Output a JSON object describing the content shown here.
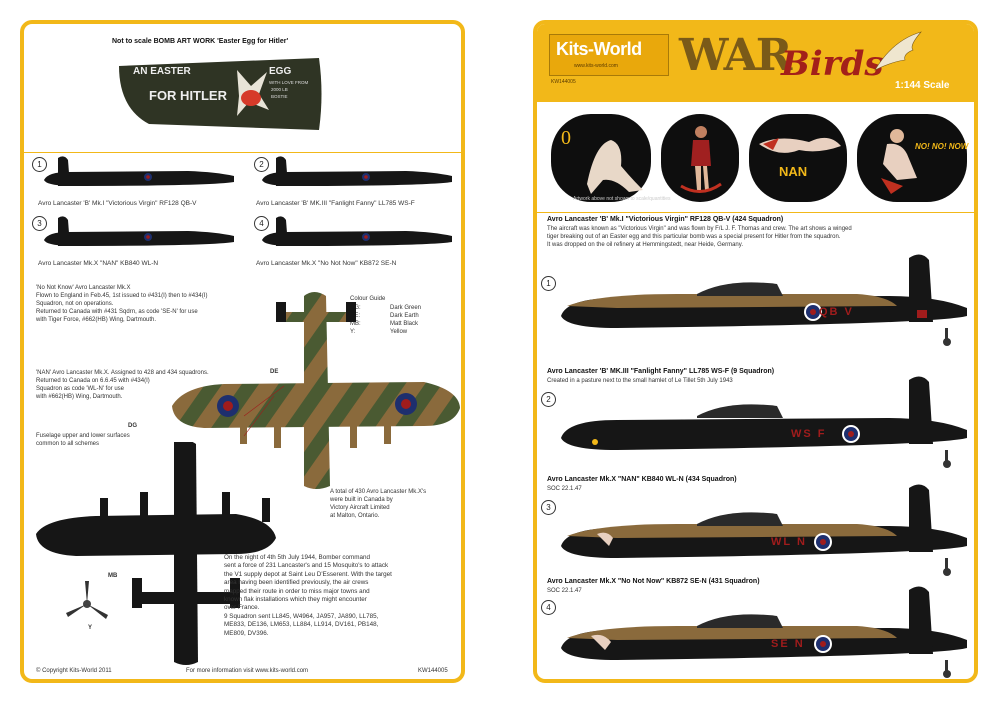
{
  "left_sheet": {
    "title": "Not to scale BOMB ART WORK 'Easter Egg for Hitler'",
    "bomb_art": {
      "line1": "AN EASTER",
      "line2": "EGG",
      "line3": "FOR HITLER",
      "small1": "WITH LOVE FROM",
      "small2": "2000 LB",
      "small3": "BOSTIE"
    },
    "profiles": [
      {
        "number": "1",
        "caption": "Avro Lancaster 'B' Mk.I \"Victorious Virgin\" RF128 QB-V"
      },
      {
        "number": "2",
        "caption": "Avro Lancaster 'B' MK.III \"Fanlight Fanny\" LL785 WS-F"
      },
      {
        "number": "3",
        "caption": "Avro Lancaster Mk.X \"NAN\" KB840 WL-N"
      },
      {
        "number": "4",
        "caption": "Avro Lancaster Mk.X \"No Not Now\" KB872 SE-N"
      }
    ],
    "note_no_not_now": "'No Not Know' Avro Lancaster Mk.X\nFlown to England in Feb.45, 1st issued to #431(I) then to #434(I)\nSquadron, not on operations.\nReturned to Canada with #431 Sqdrn, as code 'SE-N' for use\nwith Tiger Force, #662(HB) Wing, Dartmouth.",
    "note_nan": "'NAN' Avro Lancaster Mk.X. Assigned to 428 and 434 squadrons.\nReturned to Canada on 6.6.45 with #434(I)\nSquadron as code 'WL-N' for use\nwith #662(HB) Wing, Dartmouth.",
    "colour_guide": {
      "title": "Colour Guide",
      "rows": [
        {
          "code": "DG:",
          "name": "Dark Green"
        },
        {
          "code": "DE:",
          "name": "Dark Earth"
        },
        {
          "code": "MB:",
          "name": "Matt Black"
        },
        {
          "code": "Y:",
          "name": "Yellow"
        }
      ]
    },
    "label_de": "DE",
    "label_dg": "DG",
    "label_mb": "MB",
    "label_y": "Y",
    "fuselage_note": "Fuselage upper and lower surfaces\ncommon to all schemes",
    "built_note": "A total of 430 Avro Lancaster Mk.X's\nwere built in Canada by\nVictory Aircraft Limited\nat Malton, Ontario.",
    "story": "On the night of 4th 5th July 1944, Bomber command\nsent a force of 231 Lancaster's and 15 Mosquito's to attack\nthe V1 supply depot at Saint Leu D'Esserent. With the target\narea having been identified previously, the air crews\nmapped their route in order to miss major towns and\nknown flak installations which they might encounter\nover France.\n9 Squadron sent LL845, W4964, JA957, JA890, LL785,\nME833, DE136, LM653, LL884, LL914, DV161, PB148,\nME809, DV396.",
    "footer_left": "© Copyright Kits-World 2011",
    "footer_mid": "For more information visit www.kits-world.com",
    "footer_right": "KW144005"
  },
  "right_sheet": {
    "brand": "Kits-World",
    "website": "www.kits-world.com",
    "product_code": "KW144005",
    "war": "WAR",
    "birds": "Birds",
    "scale": "1:144 Scale",
    "nose_art_note": "Artwork above not shown to scale/quantities",
    "nose_art_texts": [
      "NAN",
      "NO! NO! NOW"
    ],
    "profiles": [
      {
        "number": "1",
        "title": "Avro Lancaster 'B' Mk.I \"Victorious Virgin\" RF128 QB-V (424 Squadron)",
        "desc": "The aircraft was known as \"Victorious Virgin\" and was flown by F/L J. F. Thomas and crew. The art shows a winged\ntiger breaking out of an Easter egg and this particular bomb was a special present for Hitler from the squadron.\nIt was dropped on the oil refinery at Hemmingstedt, near Heide, Germany.",
        "code": "QB V"
      },
      {
        "number": "2",
        "title": "Avro Lancaster 'B' MK.III \"Fanlight Fanny\" LL785 WS-F (9 Squadron)",
        "desc": "Created in a pasture next to the small hamlet of Le Tillet 5th July 1943",
        "code": "WS F"
      },
      {
        "number": "3",
        "title": "Avro Lancaster Mk.X \"NAN\" KB840 WL-N (434 Squadron)",
        "desc": "SOC 22.1.47",
        "code": "WL N"
      },
      {
        "number": "4",
        "title": "Avro Lancaster Mk.X \"No Not Now\" KB872 SE-N (431 Squadron)",
        "desc": "SOC 22.1.47",
        "code": "SE N"
      }
    ]
  },
  "colors": {
    "border": "#f2b819",
    "black": "#161616",
    "earth": "#8a6a3c",
    "green": "#4a5a32",
    "roundel_blue": "#1e2f6e",
    "red": "#a01c1c"
  }
}
